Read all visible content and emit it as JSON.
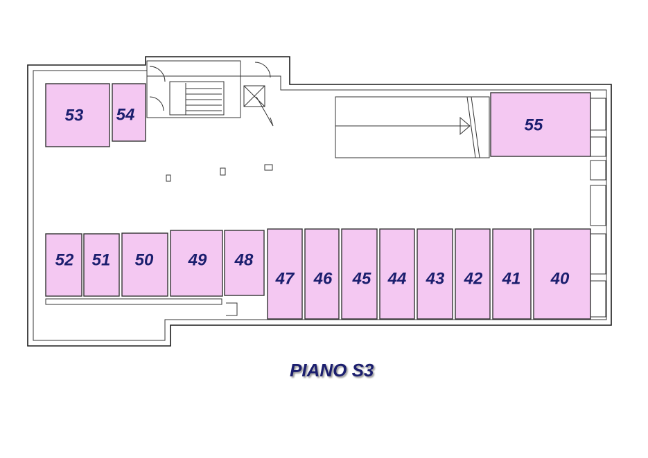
{
  "title": "PIANO S3",
  "colors": {
    "unit_fill": "#f4c8f2",
    "label": "#1b1e6e",
    "wall": "#1a1a1a"
  },
  "units": [
    "53",
    "54",
    "55",
    "52",
    "51",
    "50",
    "49",
    "48",
    "47",
    "46",
    "45",
    "44",
    "43",
    "42",
    "41",
    "40"
  ]
}
